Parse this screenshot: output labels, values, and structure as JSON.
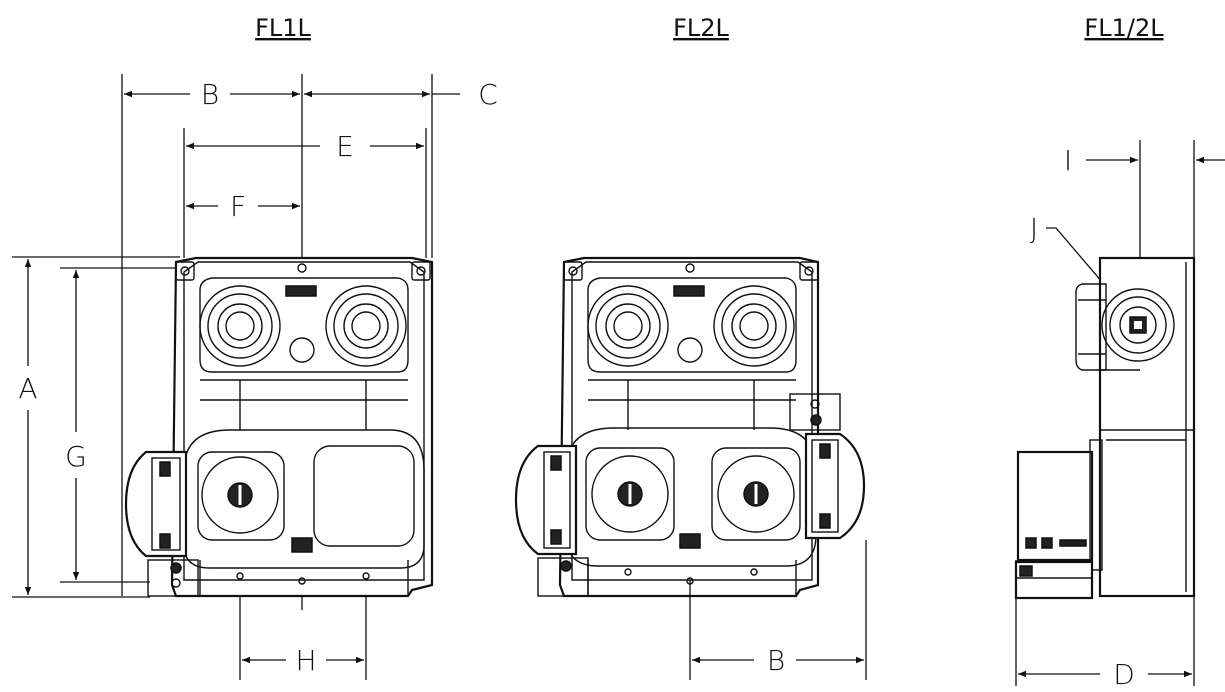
{
  "titles": {
    "fl1l": "FL1L",
    "fl2l": "FL2L",
    "fl12l": "FL1/2L"
  },
  "dimensions": {
    "a": "A",
    "b": "B",
    "c": "C",
    "d": "D",
    "e": "E",
    "f": "F",
    "g": "G",
    "h": "H",
    "i": "I",
    "j": "J"
  }
}
